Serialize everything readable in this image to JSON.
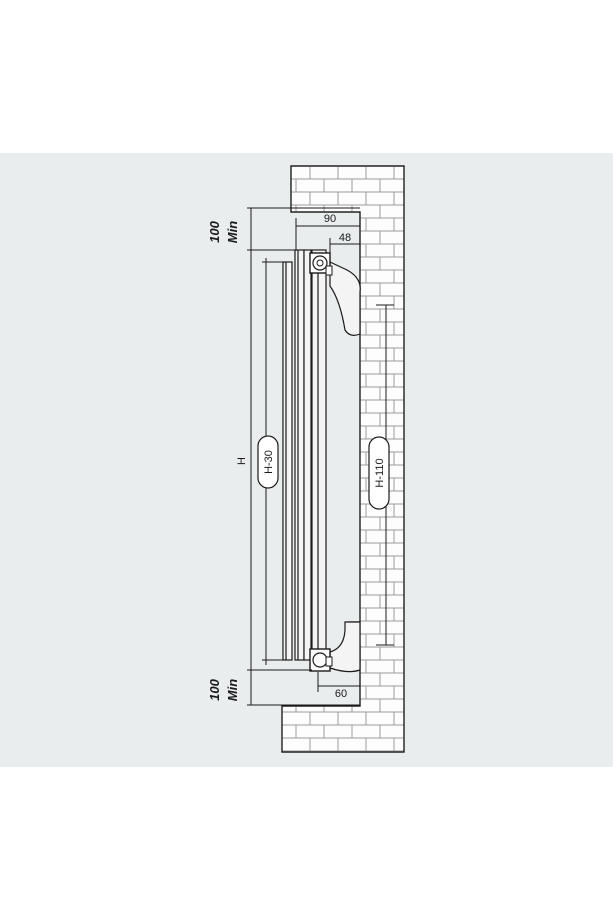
{
  "diagram": {
    "title": "",
    "colors": {
      "background_panel": "#e9eded",
      "wall_fill": "#fdfdfd",
      "brick_mortar": "#9a9a9a",
      "outline": "#1a1a1a",
      "radiator_fill": "#f4f4f4"
    },
    "dimensions": {
      "top_clearance_value": "100",
      "top_clearance_unit": "Min",
      "bottom_clearance_value": "100",
      "bottom_clearance_unit": "Min",
      "depth_total": "90",
      "depth_bracket": "48",
      "depth_bottom": "60",
      "height": "H",
      "height_minus_30": "H-30",
      "height_minus_110": "H-110"
    }
  }
}
